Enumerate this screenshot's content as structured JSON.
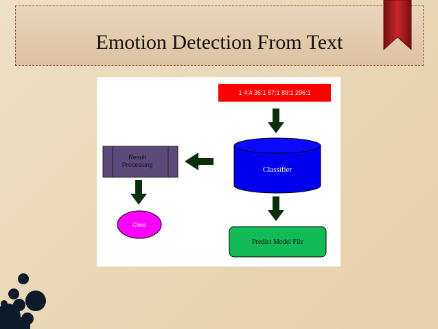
{
  "slide": {
    "title": "Emotion Detection From Text"
  },
  "diagram": {
    "input_vector": "1 4:4 35:1 67:1 89:1 296:1",
    "classifier": "Classifier",
    "result_processing": "Result Processing",
    "class": "Class",
    "predict_model_file": "Predict Model File"
  },
  "colors": {
    "input_box": "#ff0000",
    "classifier": "#0000ee",
    "result_box": "#5b4a7a",
    "class_ellipse": "#ff00ff",
    "predict_box": "#11bb55",
    "arrow": "#0b2e0b",
    "ribbon": "#a81c1c"
  },
  "icons": [
    "bookmark-ribbon-icon",
    "ink-splatter-icon"
  ]
}
